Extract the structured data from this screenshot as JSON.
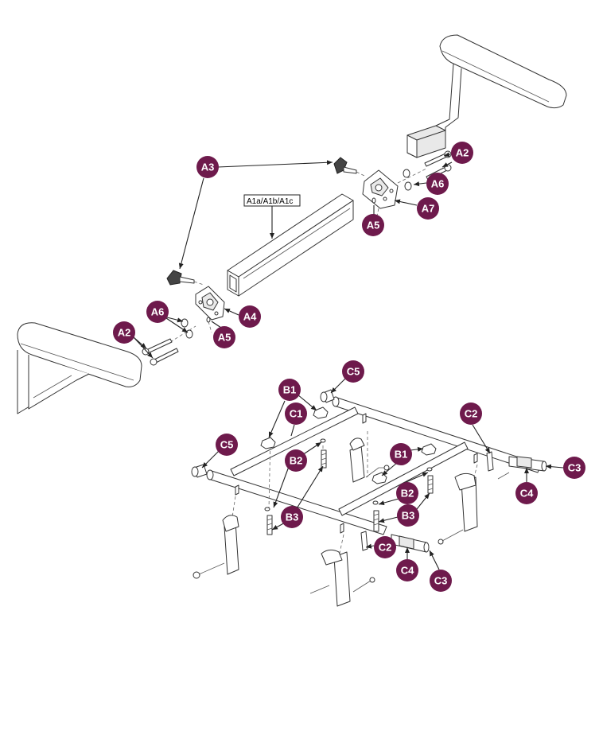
{
  "colors": {
    "callout": "#6e1a4c",
    "line": "#333333"
  },
  "box_label": "A1a/A1b/A1c",
  "callouts": {
    "a2_right": "A2",
    "a6_right": "A6",
    "a7": "A7",
    "a5_right": "A5",
    "a3": "A3",
    "a4": "A4",
    "a5_left": "A5",
    "a6_left": "A6",
    "a2_left": "A2",
    "c5_top": "C5",
    "b1_left": "B1",
    "c1": "C1",
    "c5_left": "C5",
    "b2_left": "B2",
    "b3_left": "B3",
    "b1_right": "B1",
    "c2_top": "C2",
    "b2_right": "B2",
    "b3_right": "B3",
    "c3_right": "C3",
    "c4_right": "C4",
    "c2_bottom": "C2",
    "c4_bottom": "C4",
    "c3_bottom": "C3"
  }
}
